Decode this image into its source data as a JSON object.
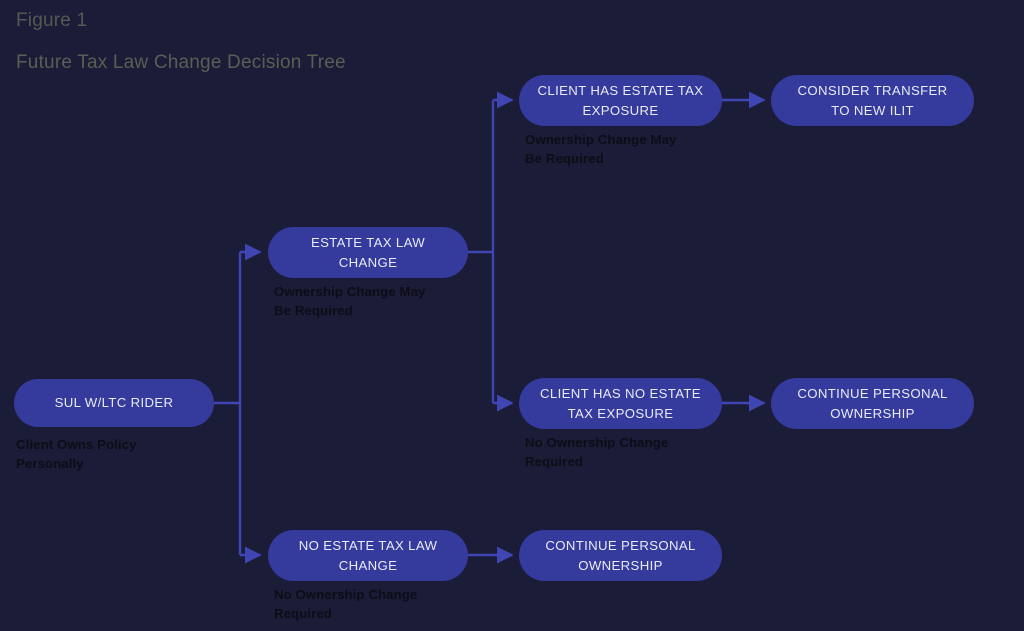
{
  "figure": {
    "label": "Figure 1",
    "title": "Future Tax Law Change Decision Tree"
  },
  "colors": {
    "background": "#1a1c38",
    "node_fill": "#353a9d",
    "node_text": "#e9eaf6",
    "connector": "#3f46b4",
    "caption_text": "#0d0d16",
    "heading_text": "#575a50"
  },
  "nodes": {
    "root": {
      "label": "SUL W/LTC RIDER",
      "caption": "Client Owns Policy\nPersonally"
    },
    "estate_tax_law_change": {
      "label": "ESTATE TAX LAW\nCHANGE",
      "line1": "ESTATE TAX LAW",
      "line2": "CHANGE",
      "caption": "Ownership Change May\nBe Required"
    },
    "no_estate_tax_law_change": {
      "line1": "NO ESTATE TAX LAW",
      "line2": "CHANGE",
      "caption": "No Ownership Change\nRequired"
    },
    "client_has_exposure": {
      "line1": "CLIENT HAS ESTATE TAX",
      "line2": "EXPOSURE",
      "caption": "Ownership Change May\nBe Required"
    },
    "client_has_no_exposure": {
      "line1": "CLIENT HAS NO ESTATE",
      "line2": "TAX EXPOSURE",
      "caption": "No Ownership Change\nRequired"
    },
    "consider_transfer": {
      "line1": "CONSIDER TRANSFER",
      "line2": "TO NEW ILIT"
    },
    "continue_personal_ownership_mid": {
      "line1": "CONTINUE PERSONAL",
      "line2": "OWNERSHIP"
    },
    "continue_personal_ownership_bottom": {
      "line1": "CONTINUE PERSONAL",
      "line2": "OWNERSHIP"
    }
  },
  "chart_data": {
    "type": "diagram",
    "diagram_kind": "decision-tree",
    "title": "Future Tax Law Change Decision Tree",
    "orientation": "left-to-right",
    "nodes": [
      {
        "id": "root",
        "label": "SUL W/LTC RIDER",
        "caption": "Client Owns Policy Personally",
        "level": 0
      },
      {
        "id": "etlc",
        "label": "ESTATE TAX LAW CHANGE",
        "caption": "Ownership Change May Be Required",
        "level": 1
      },
      {
        "id": "no_etlc",
        "label": "NO ESTATE TAX LAW CHANGE",
        "caption": "No Ownership Change Required",
        "level": 1
      },
      {
        "id": "exposure",
        "label": "CLIENT HAS ESTATE TAX EXPOSURE",
        "caption": "Ownership Change May Be Required",
        "level": 2
      },
      {
        "id": "no_exposure",
        "label": "CLIENT HAS NO ESTATE TAX EXPOSURE",
        "caption": "No Ownership Change Required",
        "level": 2
      },
      {
        "id": "ilit",
        "label": "CONSIDER TRANSFER TO NEW ILIT",
        "caption": "",
        "level": 3
      },
      {
        "id": "cont_mid",
        "label": "CONTINUE PERSONAL OWNERSHIP",
        "caption": "",
        "level": 3
      },
      {
        "id": "cont_bottom",
        "label": "CONTINUE PERSONAL OWNERSHIP",
        "caption": "",
        "level": 2
      }
    ],
    "edges": [
      {
        "from": "root",
        "to": "etlc"
      },
      {
        "from": "root",
        "to": "no_etlc"
      },
      {
        "from": "etlc",
        "to": "exposure"
      },
      {
        "from": "etlc",
        "to": "no_exposure"
      },
      {
        "from": "exposure",
        "to": "ilit"
      },
      {
        "from": "no_exposure",
        "to": "cont_mid"
      },
      {
        "from": "no_etlc",
        "to": "cont_bottom"
      }
    ]
  }
}
